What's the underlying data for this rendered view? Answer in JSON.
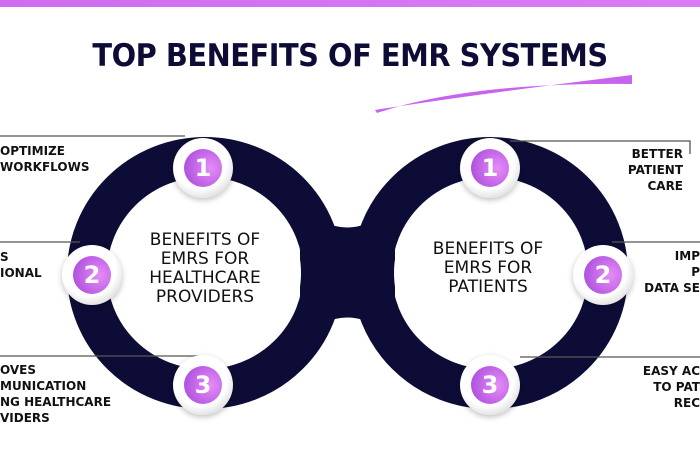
{
  "title": "TOP BENEFITS OF EMR SYSTEMS",
  "colors": {
    "navy": "#0d0c36",
    "accent": "#c764ee"
  },
  "left": {
    "center": [
      "BENEFITS OF",
      "EMRS FOR",
      "HEALTHCARE",
      "PROVIDERS"
    ],
    "items": [
      {
        "number": "1",
        "lines": [
          "OPTIMIZE",
          "WORKFLOWS"
        ]
      },
      {
        "number": "2",
        "lines": [
          "S",
          "IONAL"
        ]
      },
      {
        "number": "3",
        "lines": [
          "OVES",
          "MUNICATION",
          "NG HEALTHCARE",
          "VIDERS"
        ]
      }
    ]
  },
  "right": {
    "center": [
      "BENEFITS OF",
      "EMRS FOR",
      "PATIENTS"
    ],
    "items": [
      {
        "number": "1",
        "lines": [
          "BETTER",
          "PATIENT",
          "CARE"
        ]
      },
      {
        "number": "2",
        "lines": [
          "IMP",
          "P",
          "DATA SE"
        ]
      },
      {
        "number": "3",
        "lines": [
          "EASY AC",
          "TO PAT",
          "REC"
        ]
      }
    ]
  }
}
